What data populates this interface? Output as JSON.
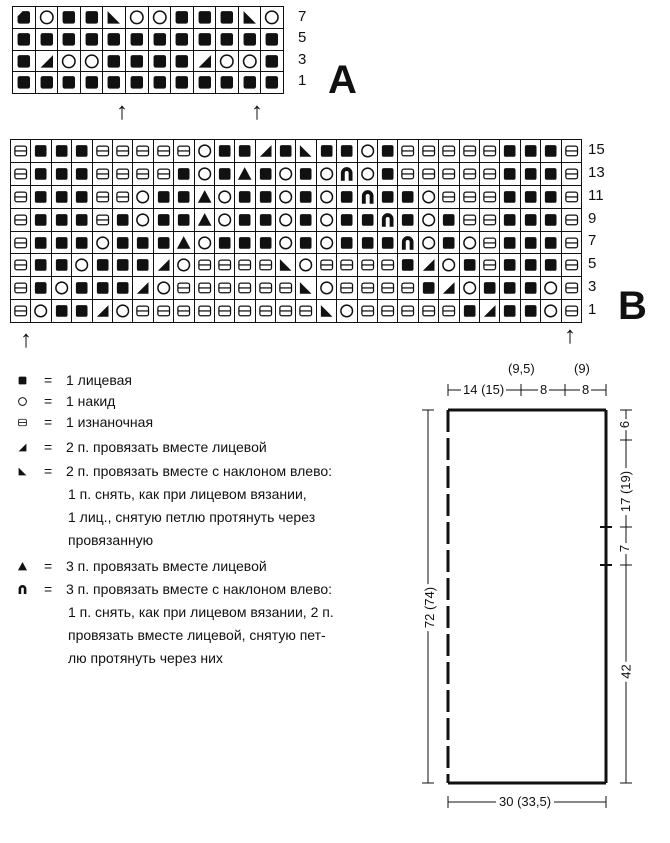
{
  "chart_a": {
    "label": "A",
    "rows": [
      {
        "num": "7",
        "cells": [
          "S",
          "O",
          "K",
          "K",
          "R",
          "O",
          "O",
          "K",
          "K",
          "K",
          "R",
          "O"
        ]
      },
      {
        "num": "5",
        "cells": [
          "K",
          "K",
          "K",
          "K",
          "K",
          "K",
          "K",
          "K",
          "K",
          "K",
          "K",
          "K"
        ]
      },
      {
        "num": "3",
        "cells": [
          "K",
          "L",
          "O",
          "O",
          "K",
          "K",
          "K",
          "K",
          "L",
          "O",
          "O",
          "K"
        ]
      },
      {
        "num": "1",
        "cells": [
          "K",
          "K",
          "K",
          "K",
          "K",
          "K",
          "K",
          "K",
          "K",
          "K",
          "K",
          "K"
        ]
      }
    ],
    "arrows": [
      "↑",
      "↑"
    ]
  },
  "chart_b": {
    "label": "B",
    "rows": [
      {
        "num": "15",
        "cells": [
          "P",
          "K",
          "K",
          "K",
          "P",
          "P",
          "P",
          "P",
          "P",
          "O",
          "K",
          "K",
          "L",
          "K",
          "R",
          "K",
          "K",
          "O",
          "K",
          "P",
          "P",
          "P",
          "P",
          "P",
          "K",
          "K",
          "K",
          "P"
        ]
      },
      {
        "num": "13",
        "cells": [
          "P",
          "K",
          "K",
          "K",
          "P",
          "P",
          "P",
          "P",
          "K",
          "O",
          "K",
          "T",
          "K",
          "O",
          "K",
          "O",
          "D",
          "O",
          "K",
          "P",
          "P",
          "P",
          "P",
          "P",
          "K",
          "K",
          "K",
          "P"
        ]
      },
      {
        "num": "11",
        "cells": [
          "P",
          "K",
          "K",
          "K",
          "P",
          "P",
          "O",
          "K",
          "K",
          "T",
          "O",
          "K",
          "K",
          "O",
          "K",
          "O",
          "K",
          "D",
          "K",
          "K",
          "O",
          "P",
          "P",
          "P",
          "K",
          "K",
          "K",
          "P"
        ]
      },
      {
        "num": "9",
        "cells": [
          "P",
          "K",
          "K",
          "K",
          "P",
          "K",
          "O",
          "K",
          "K",
          "T",
          "O",
          "K",
          "K",
          "O",
          "K",
          "O",
          "K",
          "K",
          "D",
          "K",
          "O",
          "K",
          "P",
          "P",
          "K",
          "K",
          "K",
          "P"
        ]
      },
      {
        "num": "7",
        "cells": [
          "P",
          "K",
          "K",
          "K",
          "O",
          "K",
          "K",
          "K",
          "T",
          "O",
          "K",
          "K",
          "K",
          "O",
          "K",
          "O",
          "K",
          "K",
          "K",
          "D",
          "O",
          "K",
          "O",
          "P",
          "K",
          "K",
          "K",
          "P"
        ]
      },
      {
        "num": "5",
        "cells": [
          "P",
          "K",
          "K",
          "O",
          "K",
          "K",
          "K",
          "L",
          "O",
          "P",
          "P",
          "P",
          "P",
          "R",
          "O",
          "P",
          "P",
          "P",
          "P",
          "K",
          "L",
          "O",
          "K",
          "P",
          "K",
          "K",
          "K",
          "P"
        ]
      },
      {
        "num": "3",
        "cells": [
          "P",
          "K",
          "O",
          "K",
          "K",
          "K",
          "L",
          "O",
          "P",
          "P",
          "P",
          "P",
          "P",
          "P",
          "R",
          "O",
          "P",
          "P",
          "P",
          "P",
          "K",
          "L",
          "O",
          "K",
          "K",
          "K",
          "O",
          "P"
        ]
      },
      {
        "num": "1",
        "cells": [
          "P",
          "O",
          "K",
          "K",
          "L",
          "O",
          "P",
          "P",
          "P",
          "P",
          "P",
          "P",
          "P",
          "P",
          "P",
          "R",
          "O",
          "P",
          "P",
          "P",
          "P",
          "P",
          "K",
          "L",
          "K",
          "K",
          "O",
          "P"
        ]
      }
    ],
    "arrows": [
      "↑",
      "↑"
    ]
  },
  "legend": [
    {
      "sym": "K",
      "eq": "=",
      "lines": [
        "1 лицевая"
      ]
    },
    {
      "sym": "O",
      "eq": "=",
      "lines": [
        "1 накид"
      ]
    },
    {
      "sym": "P",
      "eq": "=",
      "lines": [
        "1 изнаночная"
      ]
    },
    {
      "sym": "L",
      "eq": "=",
      "lines": [
        "2 п. провязать вместе лицевой"
      ]
    },
    {
      "sym": "R",
      "eq": "=",
      "lines": [
        "2 п. провязать вместе с наклоном влево:",
        "1 п. снять, как при лицевом вязании,",
        "1 лиц., снятую петлю протянуть через",
        "провязанную"
      ]
    },
    {
      "sym": "T",
      "eq": "=",
      "lines": [
        "3 п. провязать вместе лицевой"
      ]
    },
    {
      "sym": "D",
      "eq": "=",
      "lines": [
        "3 п. провязать вместе с наклоном влево:",
        "1 п. снять, как при лицевом вязании, 2 п.",
        "провязать вместе лицевой, снятую пет-",
        "лю протянуть через них"
      ]
    }
  ],
  "schematic": {
    "top_left": "14 (15)",
    "top_mid": "8",
    "top_mid_alt": "(9,5)",
    "top_right": "8",
    "top_right_alt": "(9)",
    "left_height": "72 (74)",
    "right_1": "6",
    "right_2": "17 (19)",
    "right_3": "7",
    "right_4": "42",
    "bottom_width": "30 (33,5)"
  }
}
